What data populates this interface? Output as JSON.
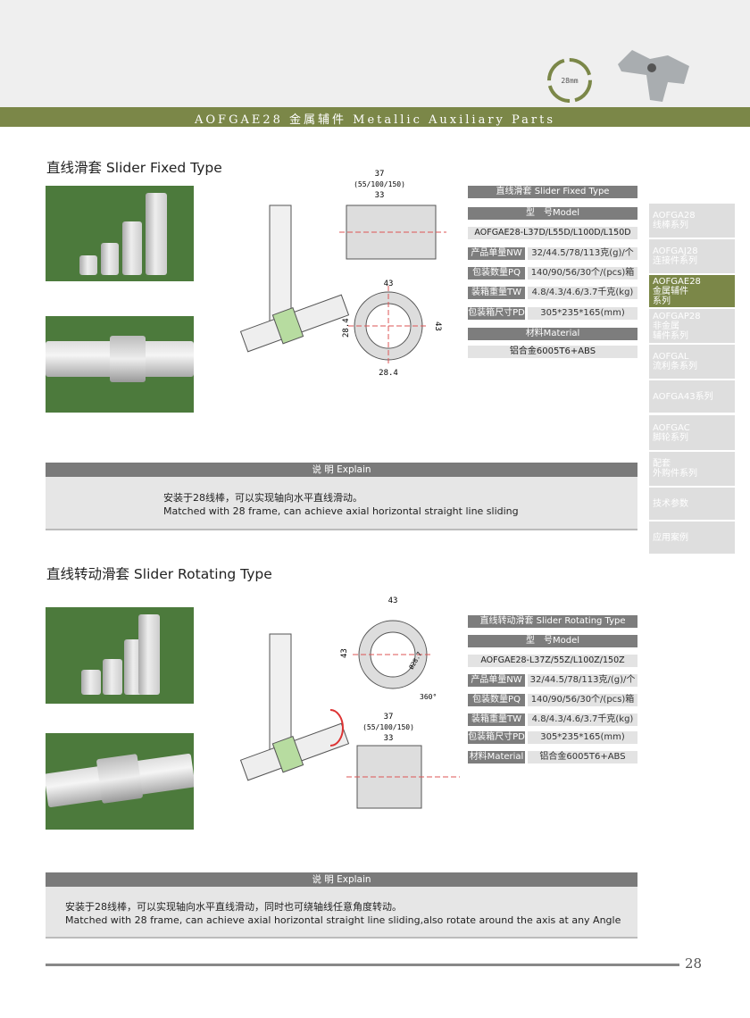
{
  "header": {
    "title": "AOFGAE28 金属辅件 Metallic Auxiliary Parts",
    "badge": "28mm"
  },
  "sidebar": [
    {
      "l1": "AOFGA28",
      "l2": "线棒系列"
    },
    {
      "l1": "AOFGAJ28",
      "l2": "连接件系列"
    },
    {
      "l1": "AOFGAE28",
      "l2": "金属辅件",
      "l3": "系列",
      "active": true
    },
    {
      "l1": "AOFGAP28",
      "l2": "非金属",
      "l3": "辅件系列"
    },
    {
      "l1": "AOFGAL",
      "l2": "流利条系列"
    },
    {
      "l1": "AOFGA43系列"
    },
    {
      "l1": "AOFGAC",
      "l2": "脚轮系列"
    },
    {
      "l1": "配套",
      "l2": "外购件系列"
    },
    {
      "l1": "技术参数"
    },
    {
      "l1": "应用案例"
    }
  ],
  "section1": {
    "title": "直线滑套 Slider Fixed Type",
    "dims": {
      "w1": "37",
      "w2": "(55/100/150)",
      "w3": "33",
      "d1": "43",
      "d2": "28.4",
      "d3": "43",
      "d4": "28.4"
    },
    "spec": {
      "header": "直线滑套  Slider Fixed Type",
      "model_label": "型　号Model",
      "model": "AOFGAE28-L37D/L55D/L100D/L150D",
      "rows": [
        {
          "label": "产品单量NW",
          "value": "32/44.5/78/113克(g)/个"
        },
        {
          "label": "包装数量PQ",
          "value": "140/90/56/30个/(pcs)箱"
        },
        {
          "label": "装箱重量TW",
          "value": "4.8/4.3/4.6/3.7千克(kg)"
        },
        {
          "label": "包装箱尺寸PD",
          "value": "305*235*165(mm)"
        }
      ],
      "material_label": "材料Material",
      "material": "铝合金6005T6+ABS"
    },
    "explain": {
      "label": "说 明  Explain",
      "cn": "安装于28线棒，可以实现轴向水平直线滑动。",
      "en": "Matched with 28 frame, can achieve axial horizontal straight line sliding"
    }
  },
  "section2": {
    "title": "直线转动滑套  Slider Rotating Type",
    "dims": {
      "d1": "43",
      "d2": "43",
      "phi": "Ø28.7",
      "angle": "360°",
      "w1": "37",
      "w2": "(55/100/150)",
      "w3": "33"
    },
    "spec": {
      "header": "直线转动滑套  Slider Rotating Type",
      "model_label": "型　号Model",
      "model": "AOFGAE28-L37Z/55Z/L100Z/150Z",
      "rows": [
        {
          "label": "产品单量NW",
          "value": "32/44.5/78/113克/(g)/个"
        },
        {
          "label": "包装数量PQ",
          "value": "140/90/56/30个/(pcs)箱"
        },
        {
          "label": "装箱重量TW",
          "value": "4.8/4.3/4.6/3.7千克(kg)"
        },
        {
          "label": "包装箱尺寸PD",
          "value": "305*235*165(mm)"
        },
        {
          "label": "材料Material",
          "value": "铝合金6005T6+ABS"
        }
      ]
    },
    "explain": {
      "label": "说 明  Explain",
      "cn": "安装于28线棒，可以实现轴向水平直线滑动，同时也可绕轴线任意角度转动。",
      "en": "Matched with 28 frame, can achieve axial horizontal straight line sliding,also rotate around the axis at any Angle"
    }
  },
  "footer": {
    "page": "28"
  }
}
